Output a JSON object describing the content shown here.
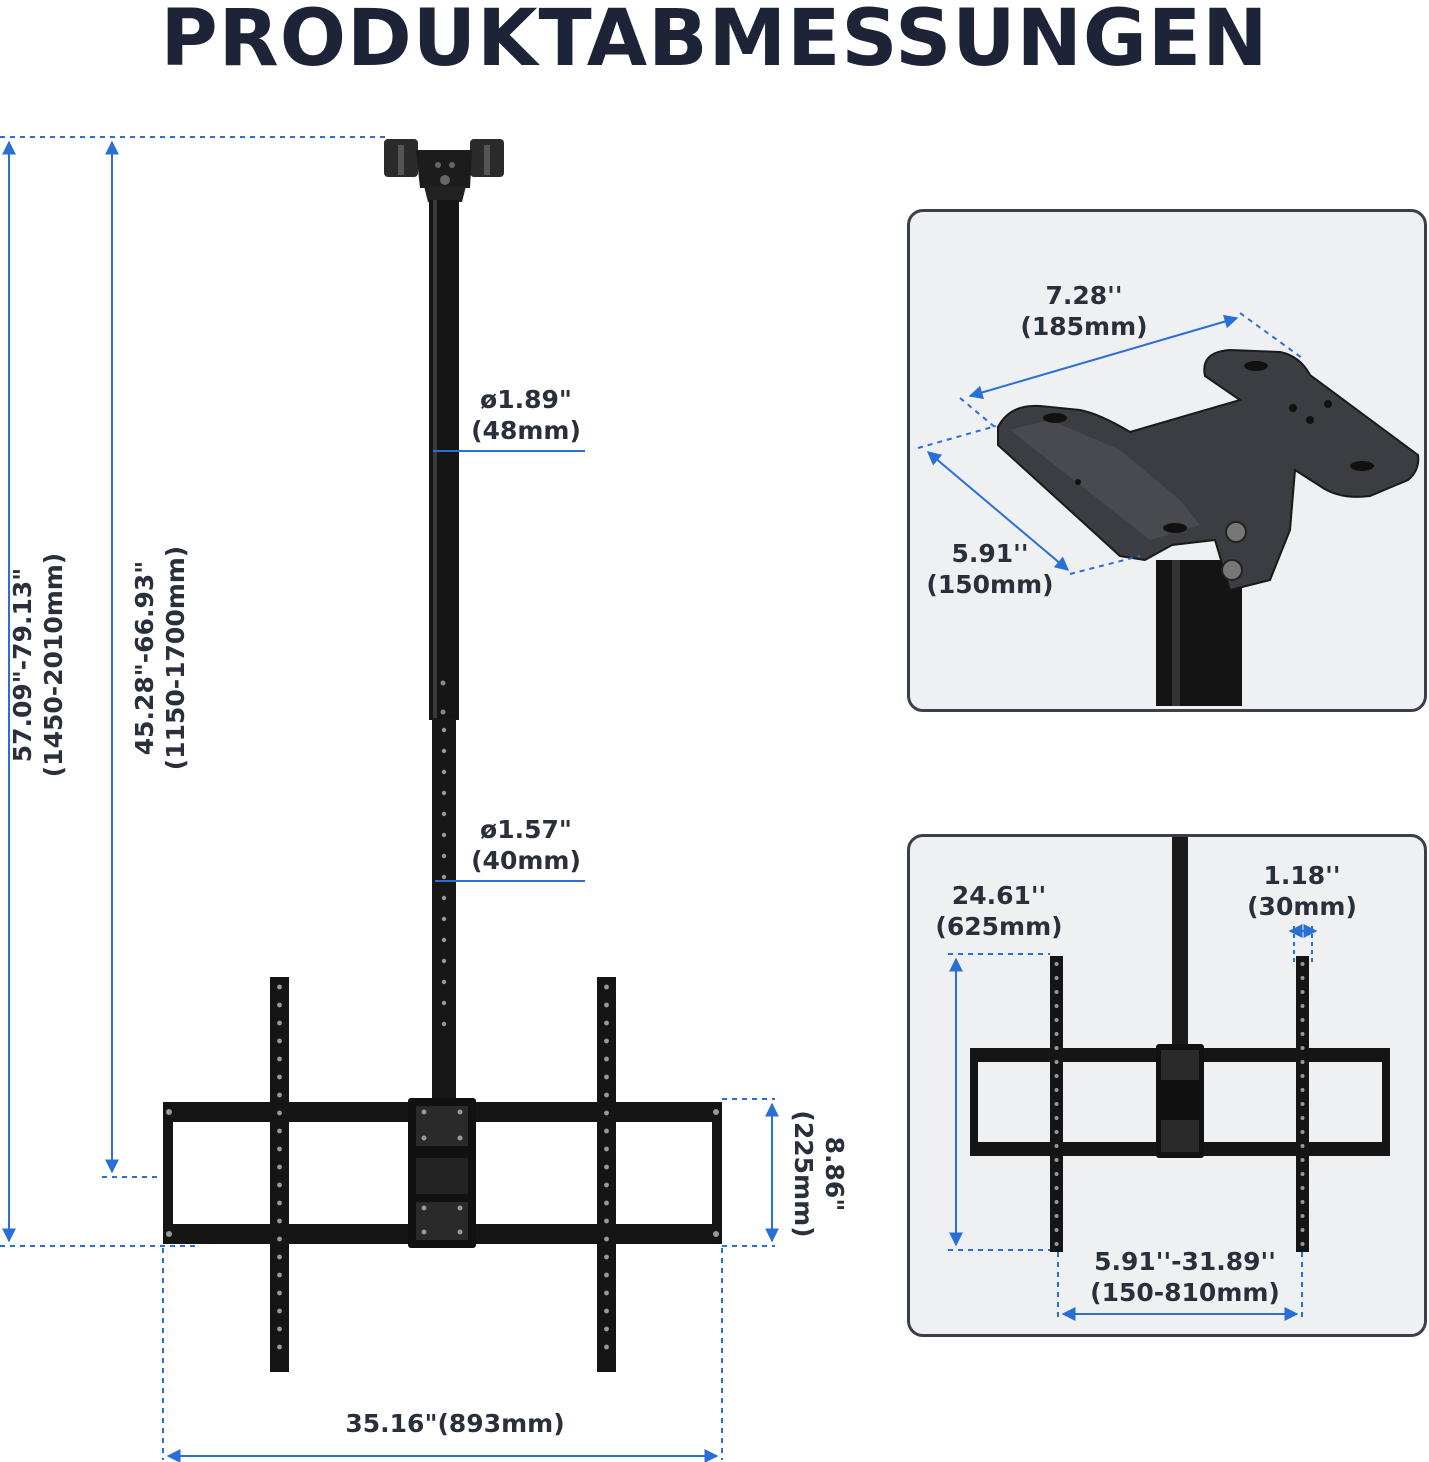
{
  "title": "PRODUKTABMESSUNGEN",
  "colors": {
    "dimension_line": "#2a6fd6",
    "mount_black": "#141414",
    "panel_bg": "#eef0f2",
    "title": "#1e2438"
  },
  "dimensions": {
    "total_height": {
      "line1": "57.09\"-79.13\"",
      "line2": "(1450-2010mm)"
    },
    "pole_height": {
      "line1": "45.28\"-66.93\"",
      "line2": "(1150-1700mm)"
    },
    "upper_pole_diameter": {
      "line1": "ø1.89\"",
      "line2": "(48mm)"
    },
    "lower_pole_diameter": {
      "line1": "ø1.57\"",
      "line2": "(40mm)"
    },
    "frame_height": {
      "line1": "8.86\"",
      "line2": "(225mm)"
    },
    "frame_width": {
      "line1": "35.16\"(893mm)"
    },
    "ceiling_plate_length": {
      "line1": "7.28''",
      "line2": "(185mm)"
    },
    "ceiling_plate_width": {
      "line1": "5.91''",
      "line2": "(150mm)"
    },
    "bracket_height": {
      "line1": "24.61''",
      "line2": "(625mm)"
    },
    "bracket_width": {
      "line1": "1.18''",
      "line2": "(30mm)"
    },
    "bracket_spacing": {
      "line1": "5.91''-31.89''",
      "line2": "(150-810mm)"
    }
  }
}
